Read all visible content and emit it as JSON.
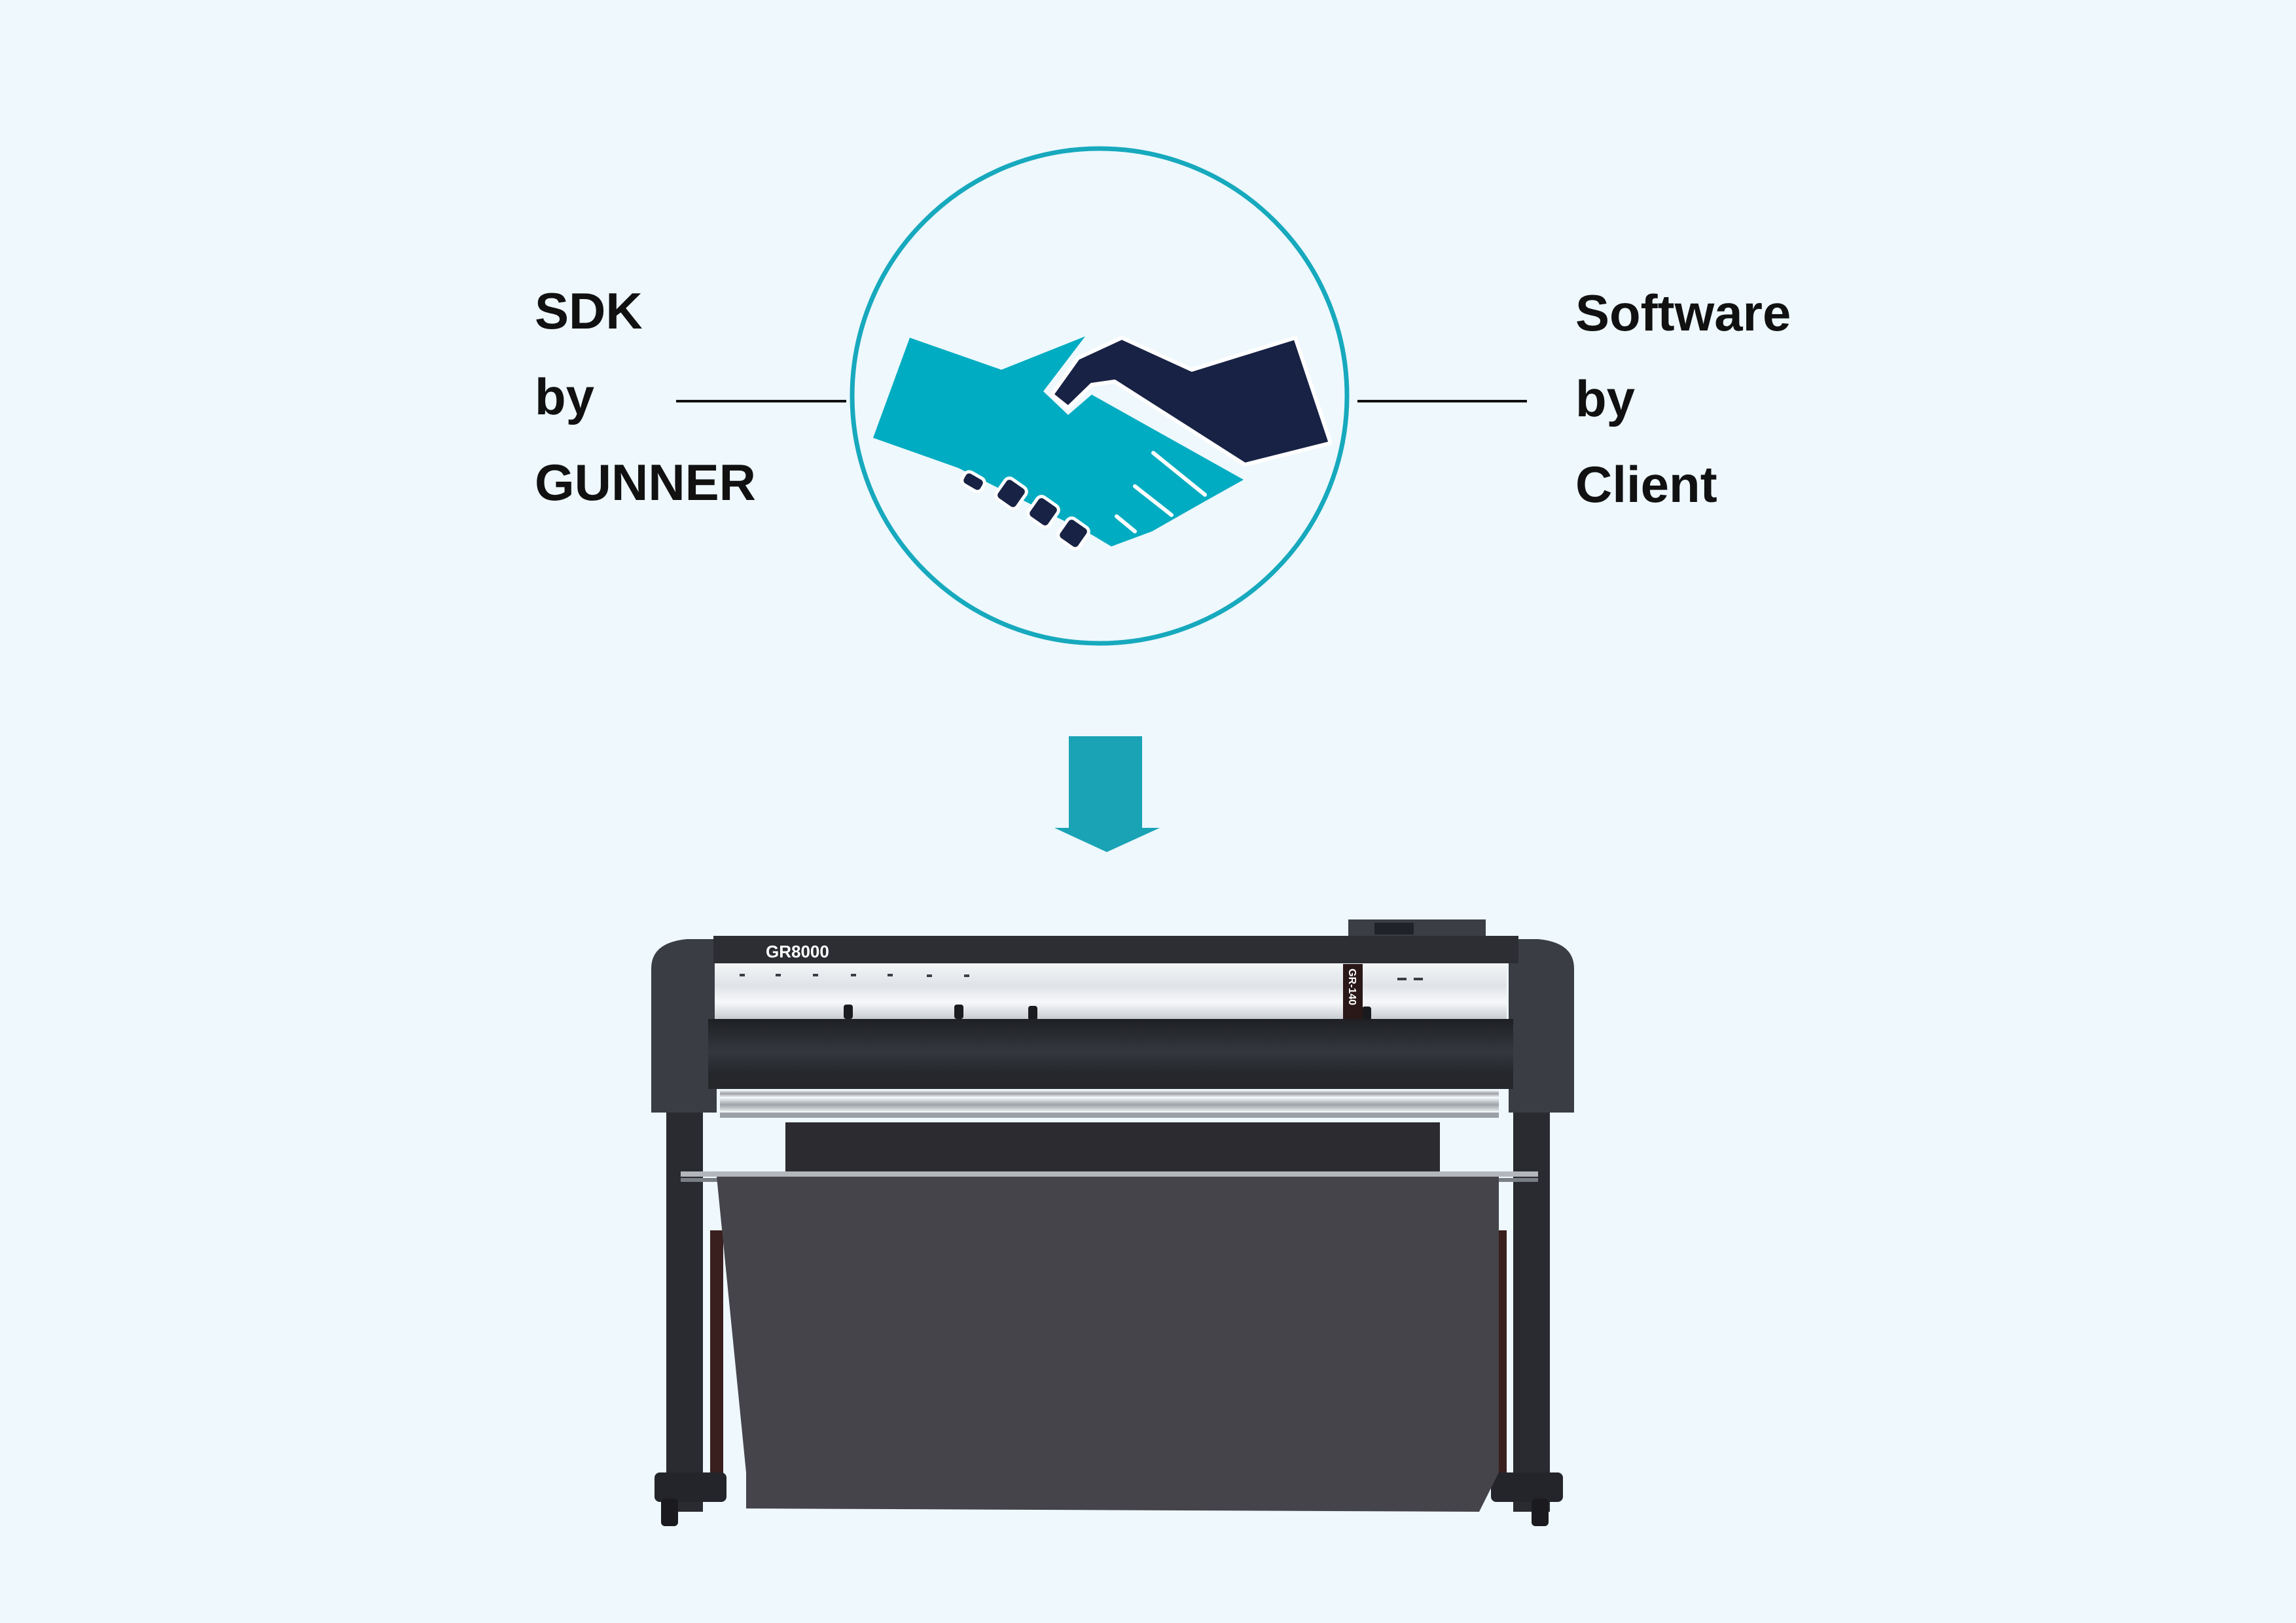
{
  "left_label": {
    "lines": [
      "SDK",
      "by",
      "GUNNER"
    ]
  },
  "right_label": {
    "lines": [
      "Software",
      "by",
      "Client"
    ]
  },
  "icons": {
    "center": "handshake-icon",
    "arrow": "arrow-down-icon",
    "device": "cutting-plotter"
  },
  "device": {
    "model_label": "GR8000",
    "carriage_label": "GR-140"
  },
  "colors": {
    "background": "#eef8fd",
    "accent": "#1aa3b5",
    "circle": "#17a9bd",
    "teal_hand": "#00acc1",
    "navy_hand": "#172244",
    "text": "#111111"
  }
}
